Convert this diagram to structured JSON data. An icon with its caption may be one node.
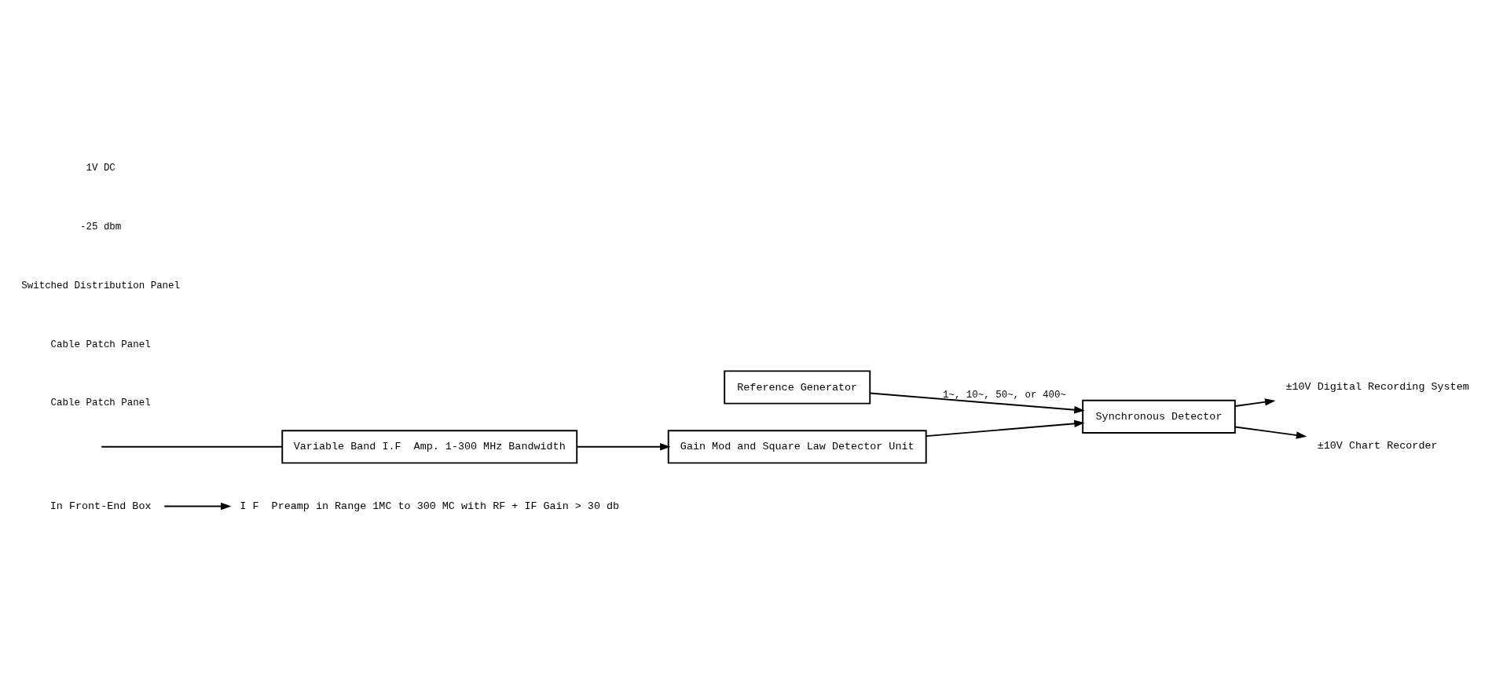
{
  "diagram": {
    "nodes": [
      {
        "text": [
          "In Front-End Box"
        ]
      },
      {
        "text": [
          "I F  Preamp in Range 1MC to 300 MC with RF + IF Gain > 30 db"
        ]
      },
      {
        "text": [
          "Variable Band I.F  Amp. 1-300 MHz Bandwidth"
        ]
      },
      {
        "text": [
          "Gain Mod and Square Law Detector Unit"
        ]
      },
      {
        "text": [
          "Synchronous Detector"
        ]
      },
      {
        "text": [
          "Reference Generator"
        ]
      },
      {
        "text": [
          "±10V Digital Recording System"
        ]
      },
      {
        "text": [
          "±10V Chart Recorder"
        ]
      }
    ],
    "edges": [
      {
        "from": 0,
        "to": 1,
        "arrow": "to"
      },
      {
        "from": null,
        "to": 2,
        "arrow": "none"
      },
      {
        "from": 2,
        "to": 3,
        "arrow": "to"
      },
      {
        "from": 3,
        "to": 4,
        "arrow": "to"
      },
      {
        "from": 4,
        "to": 6,
        "arrow": "to"
      },
      {
        "from": 4,
        "to": 7,
        "arrow": "to"
      },
      {
        "from": 5,
        "to": 4,
        "arrow": "to",
        "label": "1~, 10~, 50~, or 400~"
      }
    ],
    "labels": [
      "Cable Patch Panel",
      "Cable Patch Panel",
      "Switched Distribution Panel",
      "-25 dbm",
      "1V DC"
    ]
  }
}
